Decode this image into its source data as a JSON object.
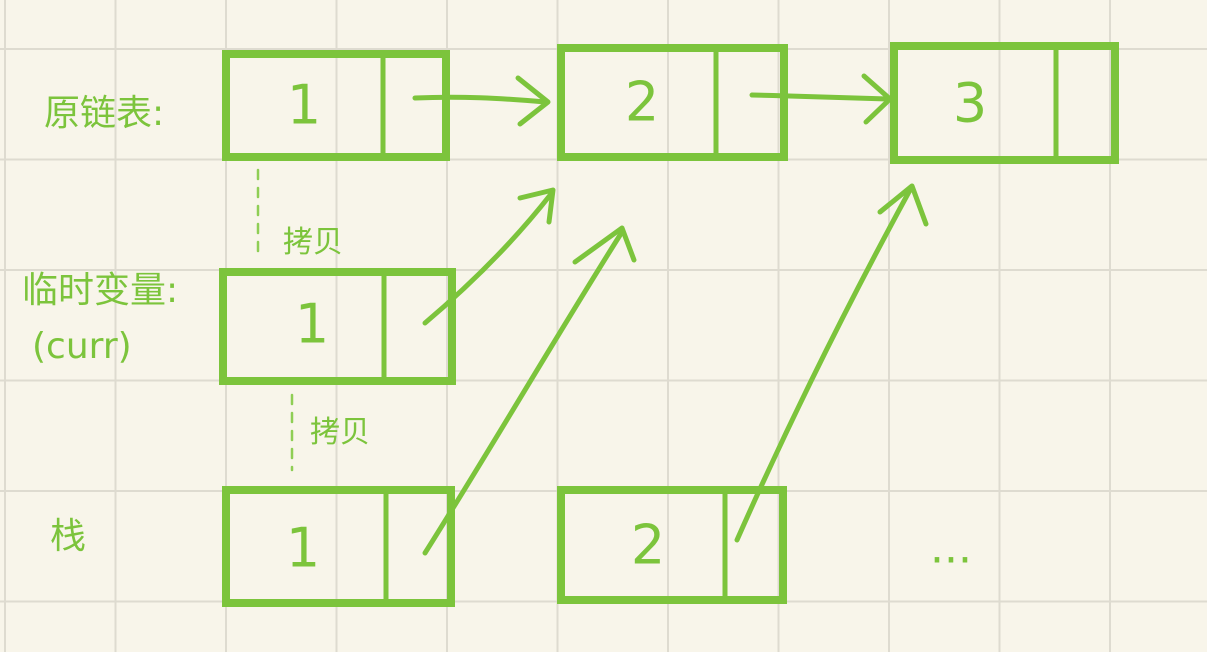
{
  "labels": {
    "original_list": "原链表:",
    "temp_var": "临时变量:",
    "temp_var_name": "(curr)",
    "stack": "栈",
    "copy_1": "拷贝",
    "copy_2": "拷贝",
    "ellipsis": "..."
  },
  "original_list": [
    "1",
    "2",
    "3"
  ],
  "temp_node": "1",
  "stack_nodes": [
    "1",
    "2"
  ],
  "colors": {
    "stroke": "#7cc43c",
    "paper": "#f8f5ea",
    "grid": "#dedbd0"
  }
}
